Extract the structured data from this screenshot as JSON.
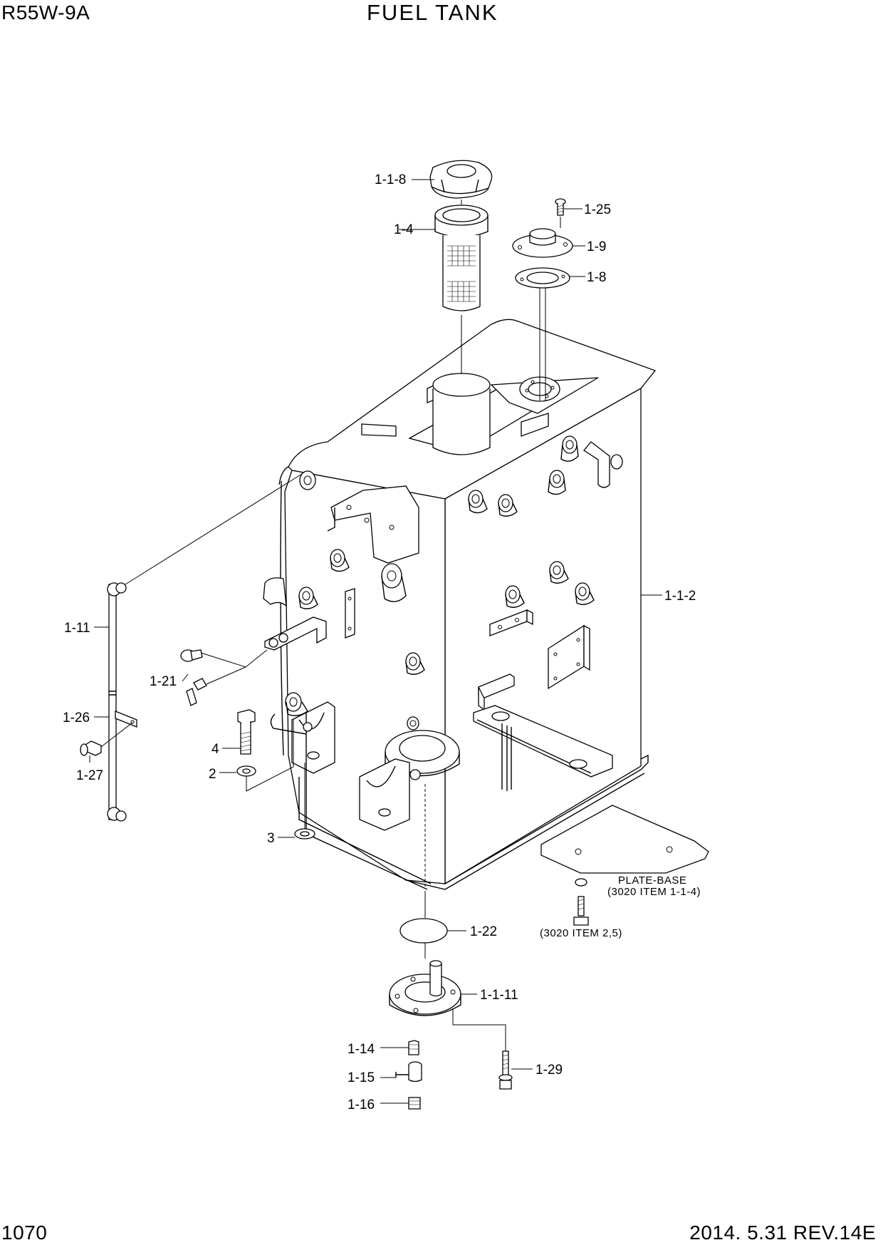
{
  "header": {
    "model": "R55W-9A",
    "title": "FUEL TANK"
  },
  "footer": {
    "page_number": "1070",
    "revision": "2014. 5.31  REV.14E"
  },
  "callouts": {
    "c_1_1_8": "1-1-8",
    "c_1_4": "1-4",
    "c_1_25": "1-25",
    "c_1_9": "1-9",
    "c_1_8": "1-8",
    "c_1_1_2": "1-1-2",
    "c_1_11": "1-11",
    "c_1_21": "1-21",
    "c_1_26": "1-26",
    "c_1_27": "1-27",
    "c_4": "4",
    "c_2": "2",
    "c_3": "3",
    "c_1_22": "1-22",
    "c_1_1_11": "1-1-11",
    "c_1_14": "1-14",
    "c_1_15": "1-15",
    "c_1_16": "1-16",
    "c_1_29": "1-29"
  },
  "notes": {
    "plate_base": "PLATE-BASE",
    "plate_base_ref": "(3020 ITEM 1-1-4)",
    "bolt_ref": "(3020 ITEM 2,5)"
  }
}
